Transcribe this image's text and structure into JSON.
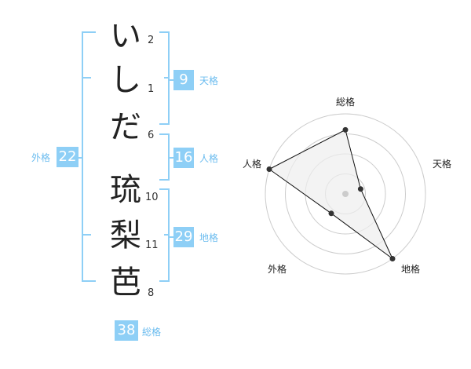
{
  "name_chars": [
    {
      "char": "い",
      "strokes": "2"
    },
    {
      "char": "し",
      "strokes": "1"
    },
    {
      "char": "だ",
      "strokes": "6"
    },
    {
      "char": "琉",
      "strokes": "10"
    },
    {
      "char": "梨",
      "strokes": "11"
    },
    {
      "char": "芭",
      "strokes": "8"
    }
  ],
  "kaku": {
    "tenkaku": {
      "value": "9",
      "label": "天格"
    },
    "jinkaku": {
      "value": "16",
      "label": "人格"
    },
    "chikaku": {
      "value": "29",
      "label": "地格"
    },
    "gaikaku": {
      "value": "22",
      "label": "外格"
    },
    "soukaku": {
      "value": "38",
      "label": "総格"
    }
  },
  "chart_data": {
    "type": "radar",
    "axes": [
      "総格",
      "天格",
      "地格",
      "外格",
      "人格"
    ],
    "values": [
      0.8,
      0.2,
      1.0,
      0.3,
      1.0
    ],
    "rings": 4,
    "colors": {
      "fill": "#eeeeee",
      "stroke": "#111111",
      "grid": "#cccccc",
      "center": "#cccccc"
    }
  }
}
